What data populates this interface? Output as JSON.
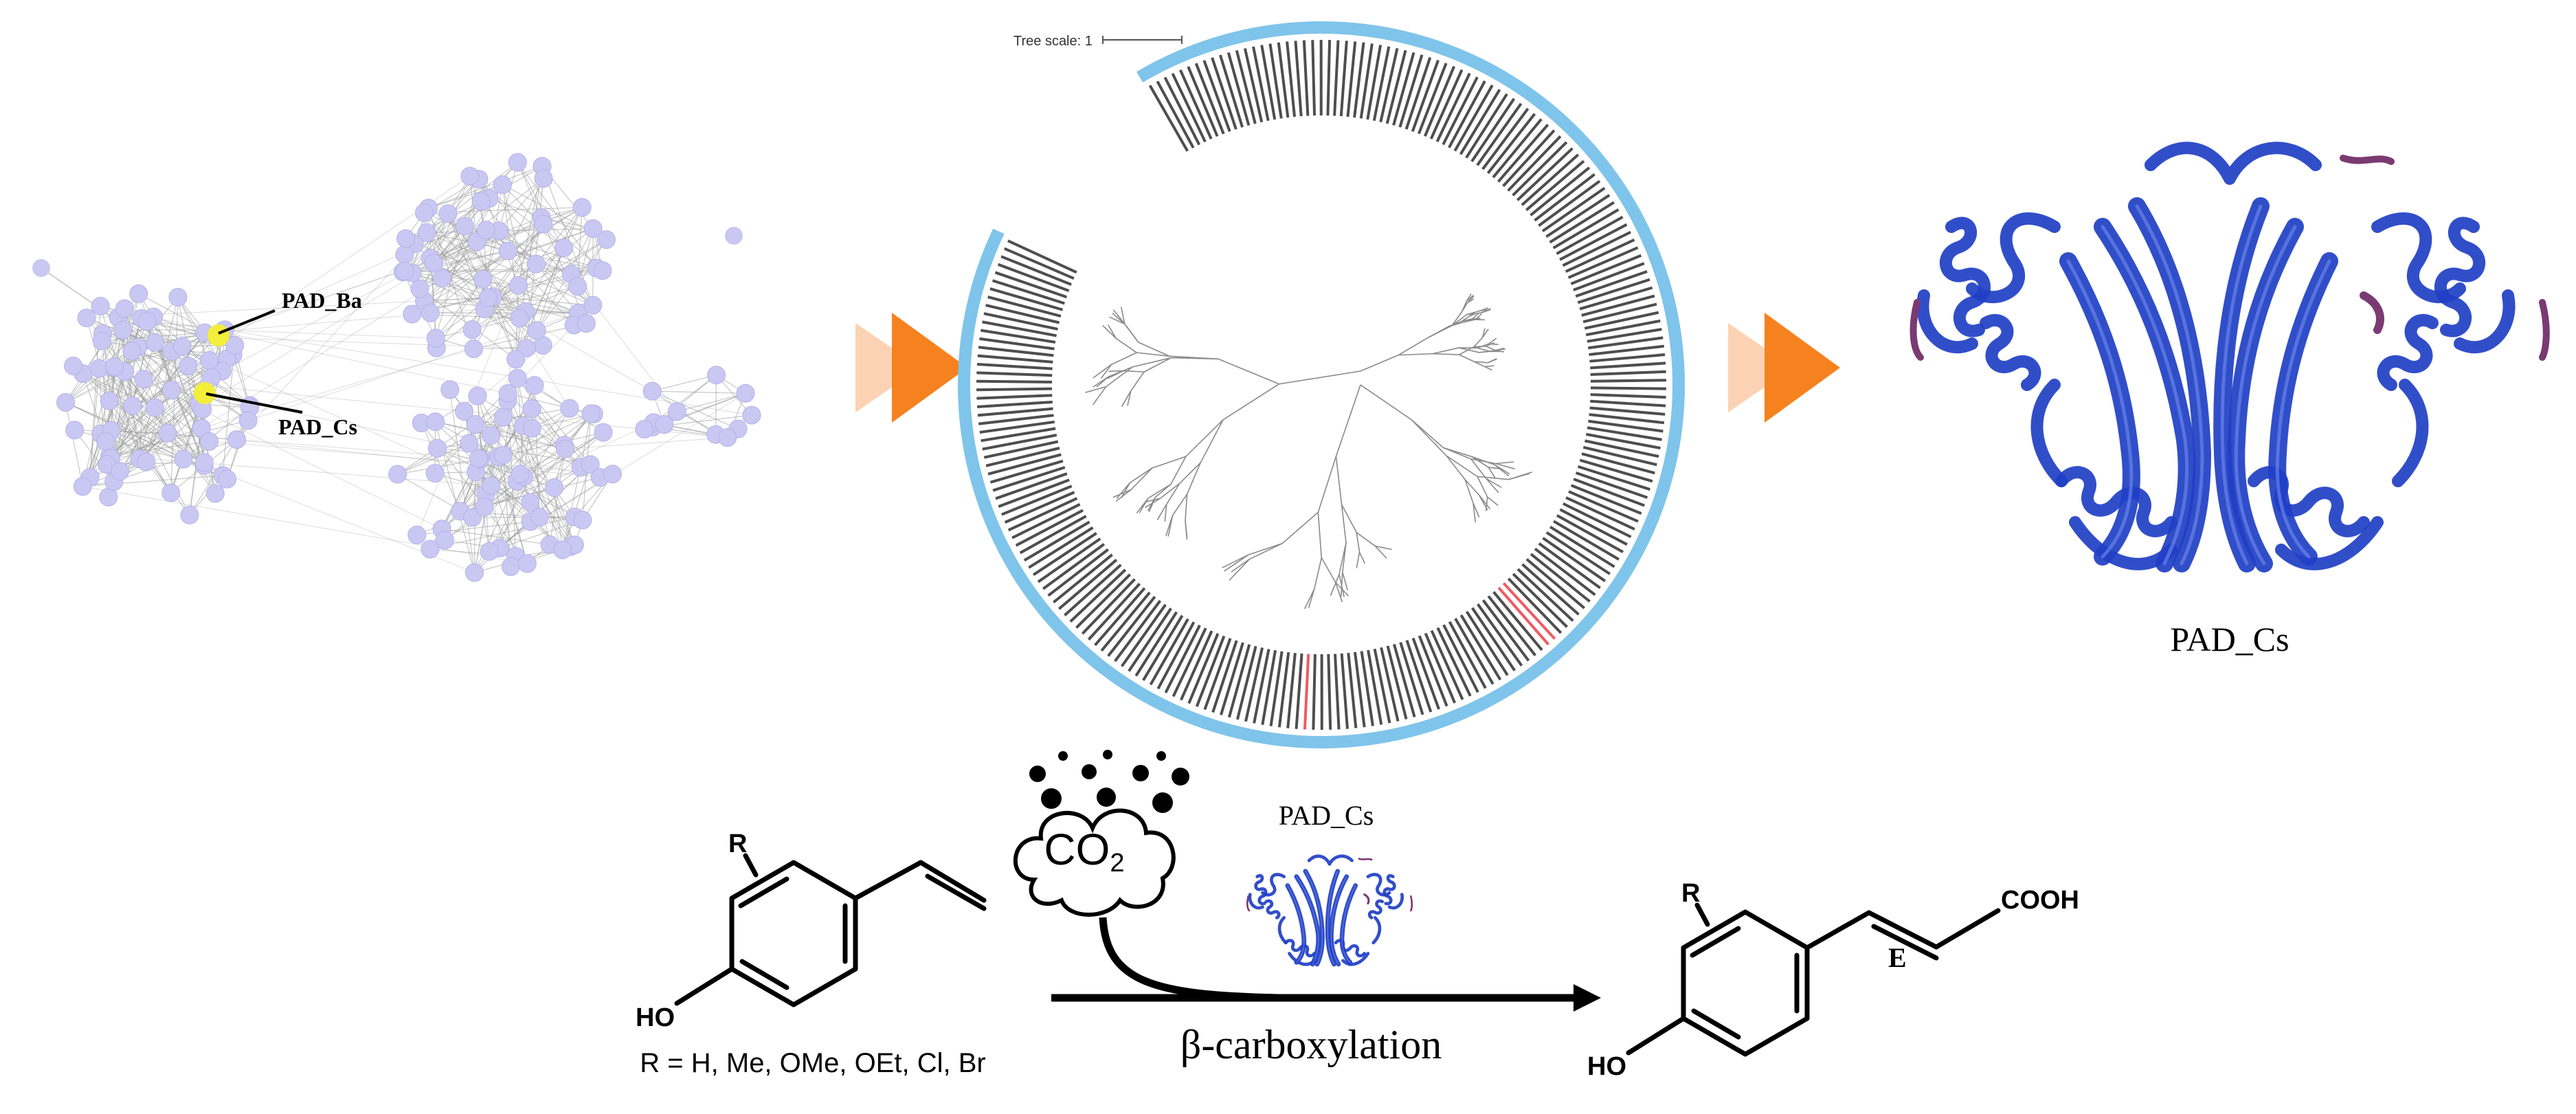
{
  "network": {
    "label_ba": "PAD_Ba",
    "label_cs": "PAD_Cs",
    "node_color": "#c9c8f2",
    "highlight_color": "#f2ee3a",
    "edge_color": "#9a9a9a"
  },
  "tree": {
    "scale_label": "Tree scale: 1",
    "ring_color": "#7fc4ea",
    "highlight_color": "#e8323c"
  },
  "arrows": {
    "light_color": "#fbd3b4",
    "dark_color": "#f5821f"
  },
  "structure": {
    "caption": "PAD_Cs",
    "ribbon_color": "#1f3fc4",
    "accent_color": "#7a3a72"
  },
  "reaction": {
    "reactant_r": "R",
    "reactant_ho": "HO",
    "substituents": "R = H, Me, OMe, OEt, Cl, Br",
    "co2_label": "CO",
    "co2_subscript": "2",
    "enzyme_label": "PAD_Cs",
    "condition": "β-carboxylation",
    "product_r": "R",
    "product_ho": "HO",
    "product_cooh": "COOH",
    "product_e": "E"
  }
}
